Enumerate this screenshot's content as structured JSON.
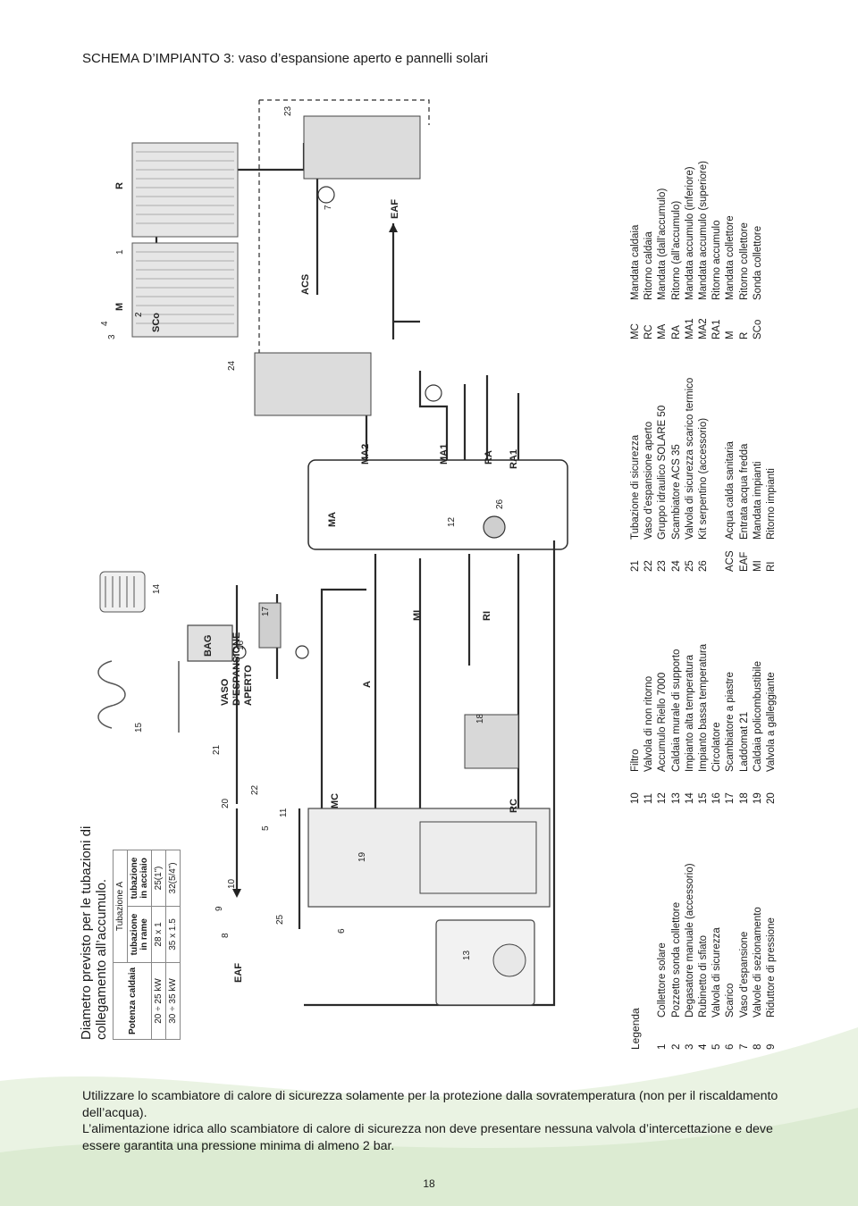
{
  "title": "SCHEMA D’IMPIANTO 3: vaso d’espansione aperto e pannelli solari",
  "pipe_table": {
    "caption_line1": "Diametro previsto per le tubazioni di",
    "caption_line2": "collegamento all’accumulo.",
    "header_group": "Tubazione A",
    "col0": "Potenza caldaia",
    "col1": "tubazione in rame",
    "col2": "tubazione in acciaio",
    "rows": [
      {
        "power": "20 ÷ 25 kW",
        "copper": "28 x 1",
        "steel": "25(1”)"
      },
      {
        "power": "30 ÷ 35 kW",
        "copper": "35 x 1.5",
        "steel": "32(5/4”)"
      }
    ]
  },
  "legend_title": "Legenda",
  "legend": [
    [
      {
        "k": "1",
        "v": "Collettore solare"
      },
      {
        "k": "2",
        "v": "Pozzetto sonda collettore"
      },
      {
        "k": "3",
        "v": "Degasatore manuale (accessorio)"
      },
      {
        "k": "4",
        "v": "Rubinetto di sfiato"
      },
      {
        "k": "5",
        "v": "Valvola di sicurezza"
      },
      {
        "k": "6",
        "v": "Scarico"
      },
      {
        "k": "7",
        "v": "Vaso d’espansione"
      },
      {
        "k": "8",
        "v": "Valvole di sezionamento"
      },
      {
        "k": "9",
        "v": "Riduttore di pressione"
      }
    ],
    [
      {
        "k": "10",
        "v": "Filtro"
      },
      {
        "k": "11",
        "v": "Valvola di non ritorno"
      },
      {
        "k": "12",
        "v": "Accumulo Riello 7000"
      },
      {
        "k": "13",
        "v": "Caldaia murale di supporto"
      },
      {
        "k": "14",
        "v": "Impianto alta temperatura"
      },
      {
        "k": "15",
        "v": "Impianto bassa temperatura"
      },
      {
        "k": "16",
        "v": "Circolatore"
      },
      {
        "k": "17",
        "v": "Scambiatore a piastre"
      },
      {
        "k": "18",
        "v": "Laddomat 21"
      },
      {
        "k": "19",
        "v": "Caldaia policombustibile"
      },
      {
        "k": "20",
        "v": "Valvola a galleggiante"
      }
    ],
    [
      {
        "k": "21",
        "v": "Tubazione di sicurezza"
      },
      {
        "k": "22",
        "v": "Vaso d’espansione aperto"
      },
      {
        "k": "23",
        "v": "Gruppo idraulico SOLARE 50"
      },
      {
        "k": "24",
        "v": "Scambiatore ACS 35"
      },
      {
        "k": "25",
        "v": "Valvola di sicurezza scarico termico"
      },
      {
        "k": "26",
        "v": "Kit serpentino (accessorio)"
      },
      {
        "k": "",
        "v": ""
      },
      {
        "k": "ACS",
        "v": "Acqua calda sanitaria"
      },
      {
        "k": "EAF",
        "v": "Entrata acqua fredda"
      },
      {
        "k": "MI",
        "v": "Mandata impianti"
      },
      {
        "k": "RI",
        "v": "Ritorno impianti"
      }
    ],
    [
      {
        "k": "MC",
        "v": "Mandata caldaia"
      },
      {
        "k": "RC",
        "v": "Ritorno caldaia"
      },
      {
        "k": "MA",
        "v": "Mandata (dall’accumulo)"
      },
      {
        "k": "RA",
        "v": "Ritorno (all’accumulo)"
      },
      {
        "k": "MA1",
        "v": "Mandata accumulo (inferiore)"
      },
      {
        "k": "MA2",
        "v": "Mandata accumulo (superiore)"
      },
      {
        "k": "RA1",
        "v": "Ritorno accumulo"
      },
      {
        "k": "M",
        "v": "Mandata collettore"
      },
      {
        "k": "R",
        "v": "Ritorno collettore"
      },
      {
        "k": "SCo",
        "v": "Sonda collettore"
      }
    ]
  ],
  "diagram_labels": {
    "eaf": "EAF",
    "eaf_right": "EAF",
    "acs": "ACS",
    "vaso_line1": "VASO",
    "vaso_line2": "D’ESPANSIONE",
    "vaso_line3": "APERTO",
    "bag": "BAG",
    "mc": "MC",
    "rc": "RC",
    "a": "A",
    "mi": "MI",
    "ri": "RI",
    "ma": "MA",
    "ma1": "MA1",
    "ma2": "MA2",
    "ra": "RA",
    "ra1": "RA1",
    "m": "M",
    "r": "R",
    "sco": "SCo",
    "n1": "1",
    "n2": "2",
    "n3": "3",
    "n4": "4",
    "n5": "5",
    "n6": "6",
    "n7": "7",
    "n8": "8",
    "n9": "9",
    "n10": "10",
    "n11": "11",
    "n12": "12",
    "n13": "13",
    "n14": "14",
    "n15": "15",
    "n16": "16",
    "n17": "17",
    "n18": "18",
    "n19": "19",
    "n20": "20",
    "n21": "21",
    "n22": "22",
    "n23": "23",
    "n24": "24",
    "n25": "25",
    "n26": "26"
  },
  "note_line1": "Utilizzare lo scambiatore di calore di sicurezza solamente per la protezione dalla sovratemperatura (non per il riscaldamento dell’acqua).",
  "note_line2": "L’alimentazione idrica allo scambiatore di calore di sicurezza non deve presentare nessuna valvola d’intercettazione e deve essere garantita una pressione minima di almeno 2 bar.",
  "page_number": "18",
  "colors": {
    "wave": "#dcebd2",
    "wave2": "#eaf3e3",
    "line": "#2a2a2a",
    "text": "#1a1a1a"
  }
}
